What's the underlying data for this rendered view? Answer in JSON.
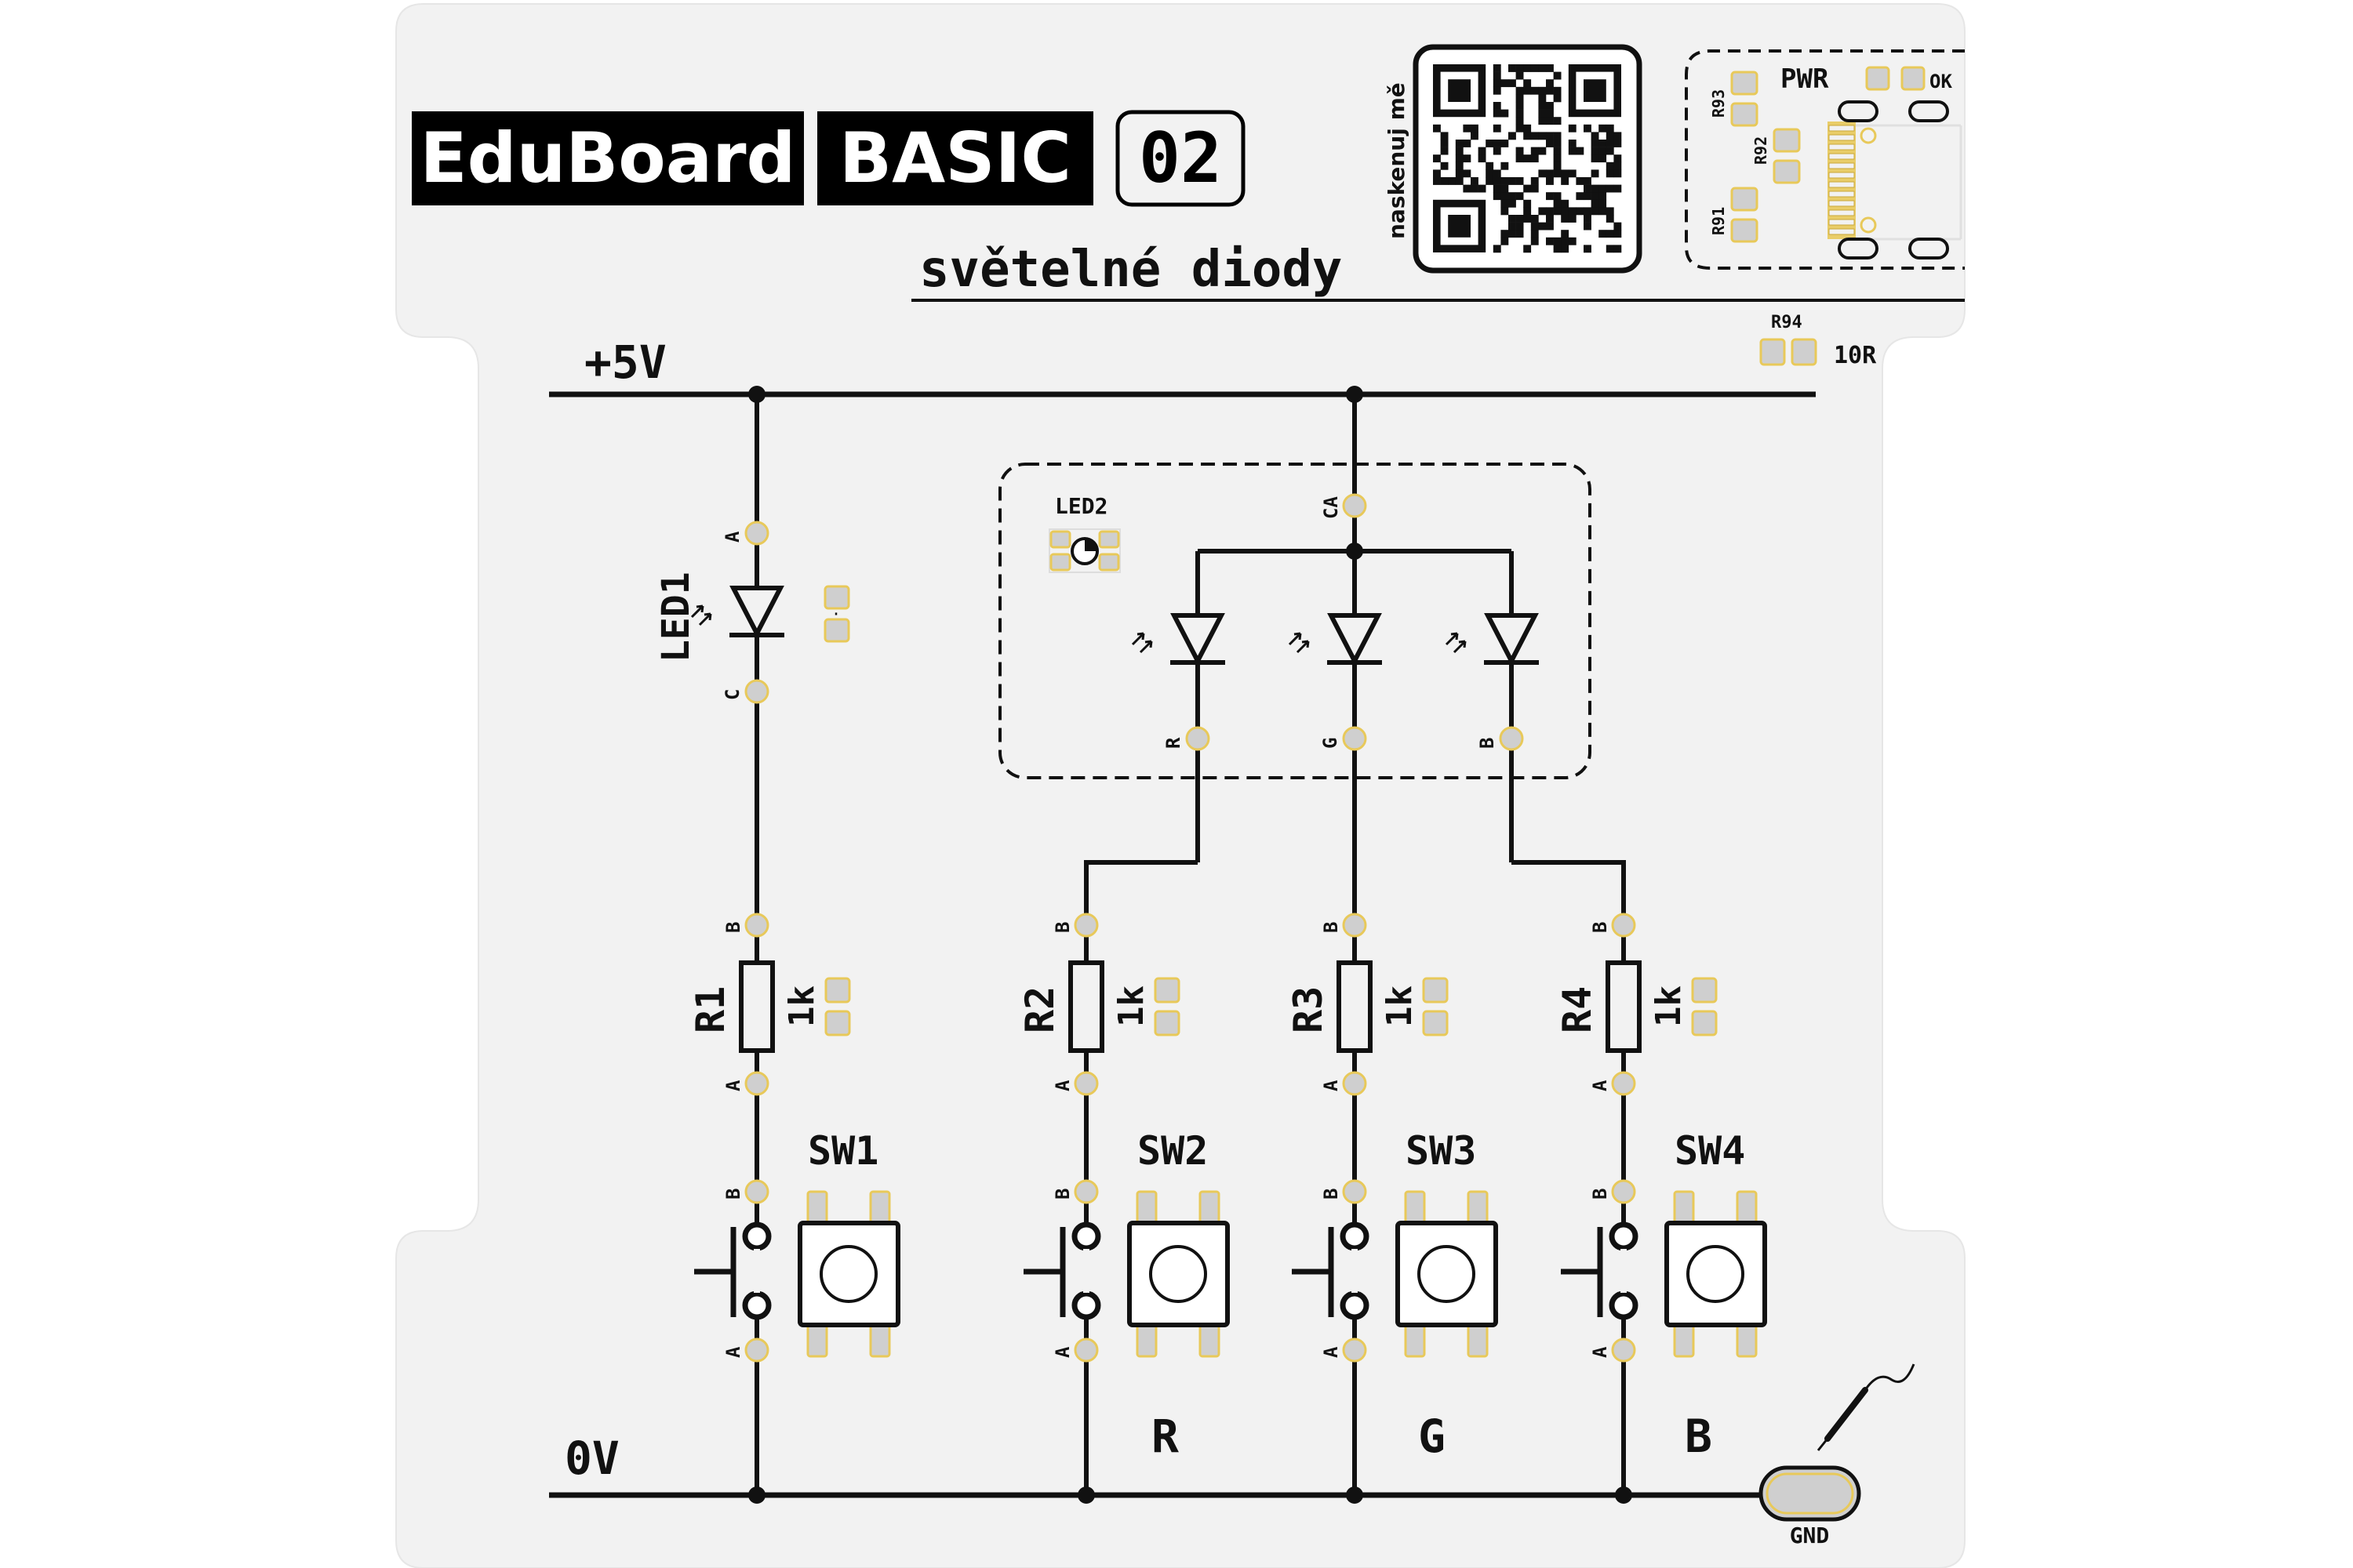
{
  "header": {
    "brand": "EduBoard",
    "model": "BASIC",
    "number": "02",
    "subtitle": "světelné diody",
    "qr_caption": "naskenuj mě"
  },
  "power_module": {
    "pwr": "PWR",
    "ok": "OK",
    "r91": "R91",
    "r92": "R92",
    "r93": "R93",
    "r94": "R94",
    "r94_value": "10R"
  },
  "rails": {
    "vcc": "+5V",
    "gnd": "0V",
    "gnd_pad": "GND"
  },
  "led1": {
    "name": "LED1",
    "anode": "A",
    "cathode": "C"
  },
  "led2": {
    "name": "LED2",
    "common": "CA",
    "red_pin": "R",
    "green_pin": "G",
    "blue_pin": "B"
  },
  "resistors": [
    {
      "name": "R1",
      "value": "1k",
      "pin_top": "B",
      "pin_bottom": "A"
    },
    {
      "name": "R2",
      "value": "1k",
      "pin_top": "B",
      "pin_bottom": "A"
    },
    {
      "name": "R3",
      "value": "1k",
      "pin_top": "B",
      "pin_bottom": "A"
    },
    {
      "name": "R4",
      "value": "1k",
      "pin_top": "B",
      "pin_bottom": "A"
    }
  ],
  "switches": [
    {
      "name": "SW1",
      "pin_top": "B",
      "pin_bottom": "A"
    },
    {
      "name": "SW2",
      "pin_top": "B",
      "pin_bottom": "A"
    },
    {
      "name": "SW3",
      "pin_top": "B",
      "pin_bottom": "A"
    },
    {
      "name": "SW4",
      "pin_top": "B",
      "pin_bottom": "A"
    }
  ],
  "channel_labels": [
    "R",
    "G",
    "B"
  ],
  "colors": {
    "board": "#f2f2f2",
    "ink": "#111111",
    "pad_fill": "#cfcfcf",
    "pad_outline": "#e8c95a",
    "label_bg": "#000000",
    "label_text": "#ffffff"
  }
}
